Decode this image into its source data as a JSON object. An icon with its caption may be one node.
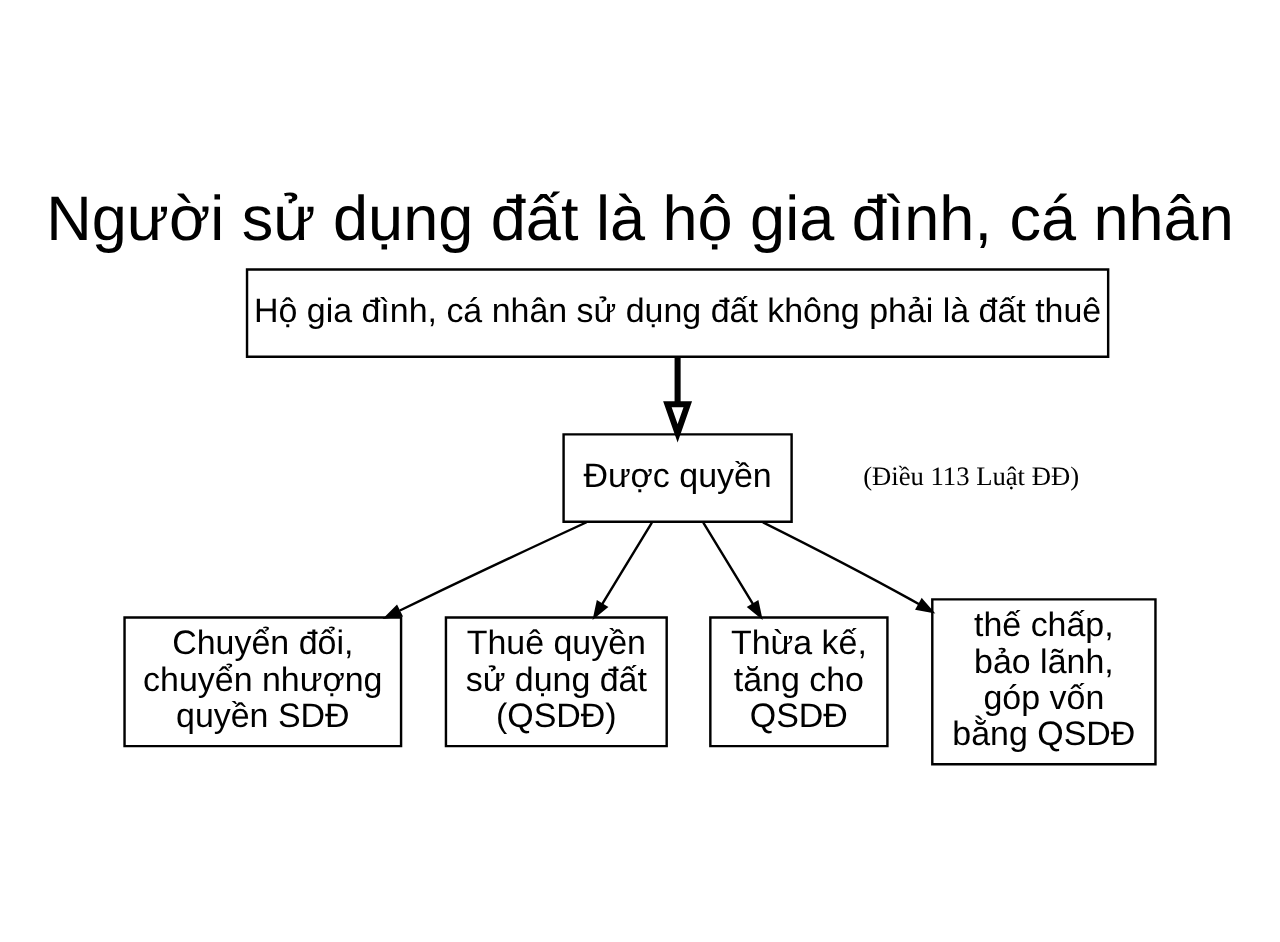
{
  "diagram": {
    "title": "Người sử dụng đất là hộ gia đình, cá nhân",
    "nodes": [
      {
        "text": [
          "Hộ gia đình, cá nhân sử dụng đất không phải là đất thuê"
        ]
      },
      {
        "text": [
          "Được quyền"
        ]
      },
      {
        "text": [
          "Chuyển đổi, chuyển nhượng quyền SDĐ"
        ]
      },
      {
        "text": [
          "Thuê quyền sử dụng đất (QSDĐ)"
        ]
      },
      {
        "text": [
          "Thừa kế, tăng cho QSDĐ"
        ]
      },
      {
        "text": [
          "thế chấp, bảo lãnh, góp vốn bằng QSDĐ"
        ]
      }
    ],
    "edges": [
      {
        "from": 0,
        "to": 1,
        "arrow": "to",
        "style": "thick"
      },
      {
        "from": 1,
        "to": 2,
        "arrow": "to"
      },
      {
        "from": 1,
        "to": 3,
        "arrow": "to"
      },
      {
        "from": 1,
        "to": 4,
        "arrow": "to"
      },
      {
        "from": 1,
        "to": 5,
        "arrow": "to"
      }
    ],
    "labels": [
      "(Điều 113 Luật ĐĐ)"
    ]
  }
}
